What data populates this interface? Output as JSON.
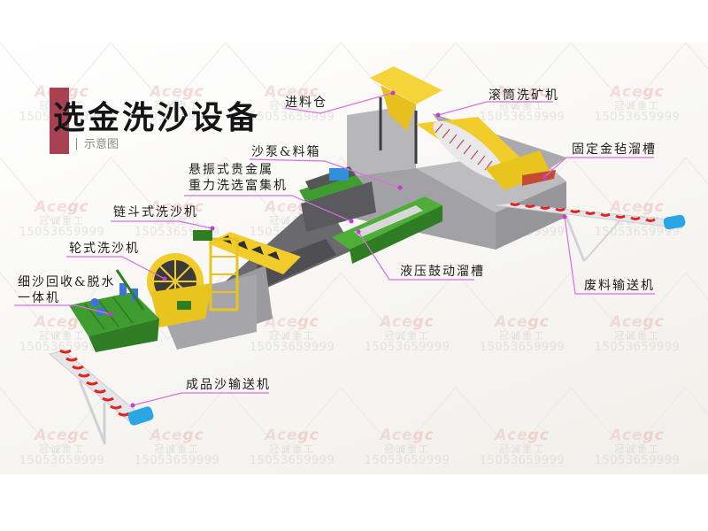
{
  "title": {
    "main": "选金洗沙设备",
    "subtitle": "示意图",
    "accent_color": "#a84253"
  },
  "labels": {
    "feed_hopper": "进料仓",
    "trommel_washer": "滚筒洗矿机",
    "sand_pump_tank": "沙泵&料箱",
    "gold_concentrator_line1": "悬振式贵金属",
    "gold_concentrator_line2": "重力洗选富集机",
    "fixed_gold_sluice": "固定金毡溜槽",
    "bucket_sand_washer": "链斗式洗沙机",
    "wheel_sand_washer": "轮式洗沙机",
    "fine_sand_recovery_line1": "细沙回收&脱水",
    "fine_sand_recovery_line2": "一体机",
    "hydraulic_drum_sluice": "液压鼓动溜槽",
    "waste_conveyor": "废料输送机",
    "product_sand_conveyor": "成品沙输送机"
  },
  "watermark": {
    "brand_a": "Ace",
    "brand_b": "gc",
    "company": "冠诚重工",
    "phone": "15053659999"
  },
  "colors": {
    "leader_line": "#d86fe0",
    "equipment_yellow": "#f2cc2a",
    "equipment_green": "#3f9c2e",
    "platform_gray": "#a9a9ab",
    "belt_red": "#e0241b",
    "roller_blue": "#2aa6e4"
  }
}
